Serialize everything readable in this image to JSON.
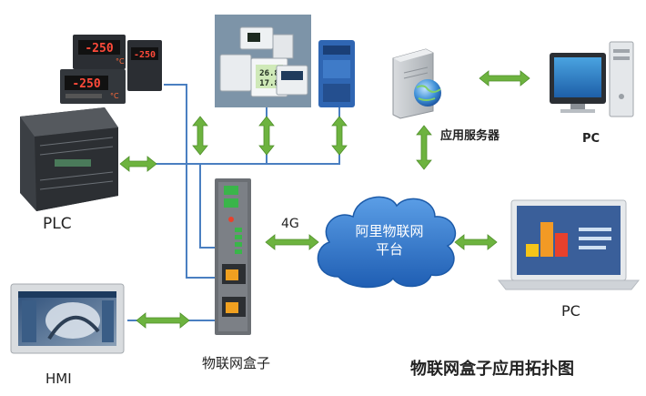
{
  "labels": {
    "plc": "PLC",
    "hmi": "HMI",
    "gateway": "物联网盒子",
    "link_4g": "4G",
    "server": "应用服务器",
    "pc_top": "PC",
    "pc_bottom": "PC",
    "title": "物联网盒子应用拓扑图"
  },
  "cloud": {
    "line1": "阿里物联网",
    "line2": "平台"
  },
  "controller_readings": {
    "unit_a": "-250",
    "unit_b": "-250",
    "unit_c": "-250",
    "unit_symbol": "°C"
  },
  "sensor_readings": {
    "value_1": "26.8",
    "value_2": "17.8"
  },
  "colors": {
    "link_line": "#4a7fc1",
    "arrow": "#6db33f",
    "cloud_fill": "#2e6fc3",
    "gateway_body": "#6b6f74",
    "port_orange": "#f0a020",
    "bar_red": "#e8412c",
    "bar_orange": "#f29a25",
    "bar_yellow": "#f5c518",
    "laptop_screen": "#3a5f9a"
  },
  "icons": [
    "temperature-controller-icon",
    "plc-icon",
    "hmi-panel-icon",
    "sensor-device-icon",
    "io-module-icon",
    "gateway-box-icon",
    "cloud-icon",
    "server-icon",
    "globe-icon",
    "desktop-pc-icon",
    "laptop-icon",
    "bar-chart-icon"
  ]
}
